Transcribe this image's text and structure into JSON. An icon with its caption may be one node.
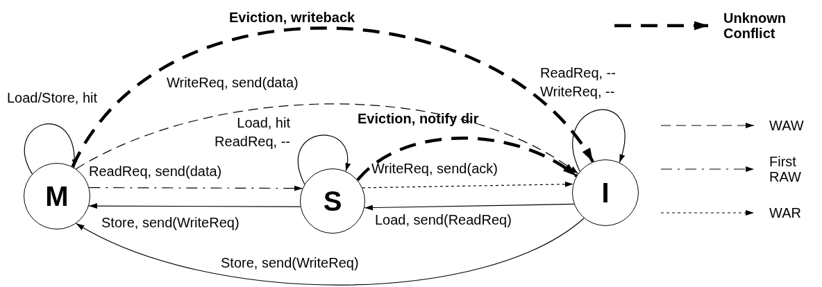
{
  "diagram": {
    "nodes": [
      {
        "text": [
          "M"
        ]
      },
      {
        "text": [
          "S"
        ]
      },
      {
        "text": [
          "I"
        ]
      }
    ],
    "edges": [
      {
        "from": 0,
        "to": 0,
        "arrow": "to",
        "label": "Load/Store, hit"
      },
      {
        "from": 0,
        "to": 1,
        "arrow": "to",
        "label": "ReadReq, send(data)",
        "style": "dashed"
      },
      {
        "from": 1,
        "to": 0,
        "arrow": "to",
        "label": "Store, send(WriteReq)"
      },
      {
        "from": 1,
        "to": 1,
        "arrow": "to",
        "label": "Load, hit ReadReq, --"
      },
      {
        "from": 1,
        "to": 2,
        "arrow": "to",
        "label": "WriteReq, send(ack)",
        "style": "dashed"
      },
      {
        "from": 2,
        "to": 1,
        "arrow": "to",
        "label": "Load, send(ReadReq)"
      },
      {
        "from": 2,
        "to": 0,
        "arrow": "to",
        "label": "Store, send(WriteReq)"
      },
      {
        "from": 2,
        "to": 2,
        "arrow": "to",
        "label": "ReadReq, -- WriteReq, --"
      },
      {
        "from": 0,
        "to": 2,
        "arrow": "to",
        "label": "WriteReq, send(data)",
        "style": "dashed"
      },
      {
        "from": 1,
        "to": 2,
        "arrow": "to",
        "label": "Eviction, notify dir",
        "style": "dashed"
      },
      {
        "from": 0,
        "to": 2,
        "arrow": "to",
        "label": "Eviction, writeback",
        "style": "dashed"
      }
    ],
    "legend": [
      {
        "text": "Unknown Conflict"
      },
      {
        "text": "WAW"
      },
      {
        "text": "First RAW"
      },
      {
        "text": "WAR"
      }
    ]
  }
}
